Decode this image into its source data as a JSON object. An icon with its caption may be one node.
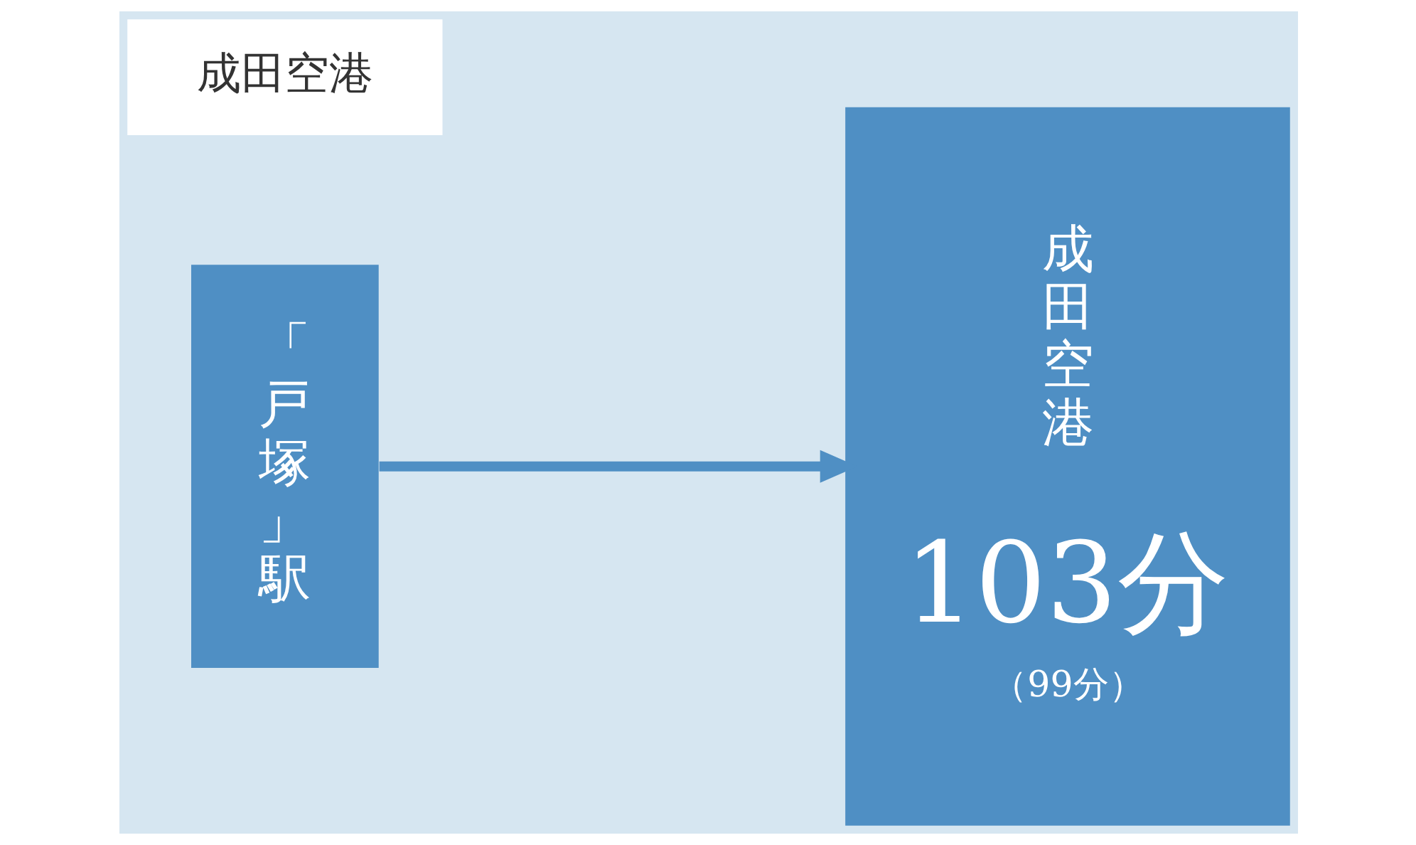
{
  "diagram": {
    "nodes": [
      {
        "text": [
          "成田空港"
        ]
      },
      {
        "text": [
          "「戸塚」駅"
        ]
      },
      {
        "text": [
          "成田空港",
          "103分",
          "（99分）"
        ]
      }
    ],
    "edges": [
      {
        "from": 1,
        "to": 2,
        "arrow": "to"
      }
    ]
  }
}
